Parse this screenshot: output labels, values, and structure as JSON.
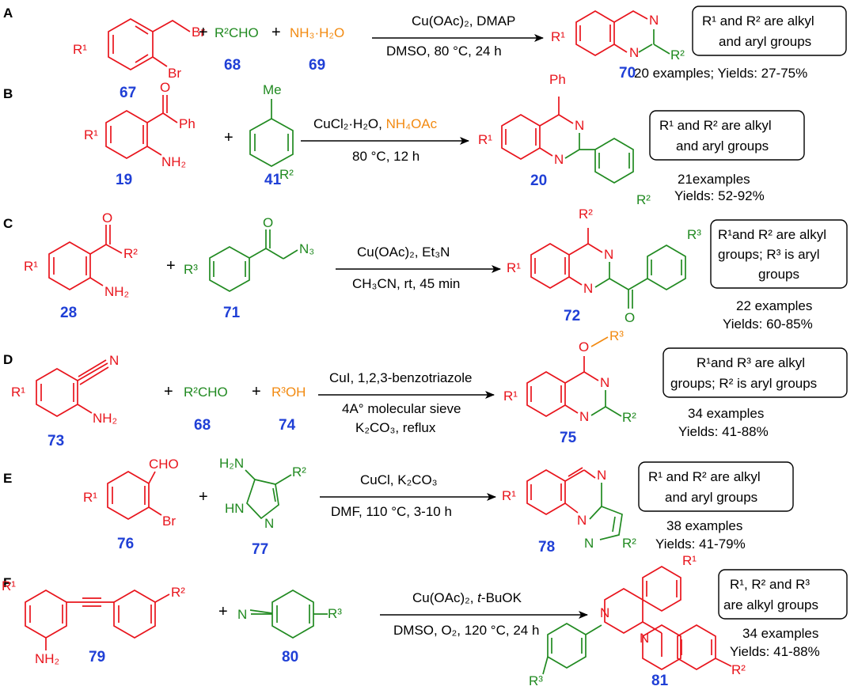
{
  "colors": {
    "reactant": "#e8141c",
    "partner": "#218a21",
    "reagent": "#f28a11",
    "compound_id": "#1f3fd6"
  },
  "panels": [
    {
      "label": "A",
      "compounds": [
        "67",
        "68",
        "69",
        "70"
      ],
      "reagents": [
        "R²CHO",
        "NH₃·H₂O"
      ],
      "cond_top": "Cu(OAc)₂, DMAP",
      "cond_bottom": "DMSO, 80 °C, 24 h",
      "box": [
        "R¹ and R² are alkyl",
        "and aryl groups"
      ],
      "result": "20 examples; Yields: 27-75%"
    },
    {
      "label": "B",
      "compounds": [
        "19",
        "41",
        "20"
      ],
      "cond_top_a": "CuCl₂·H₂O, ",
      "cond_top_b": "NH₄OAc",
      "cond_bottom": "80 °C, 12 h",
      "box": [
        "R¹ and R² are alkyl",
        "and aryl groups"
      ],
      "result": [
        "21examples",
        "Yields: 52-92%"
      ]
    },
    {
      "label": "C",
      "compounds": [
        "28",
        "71",
        "72"
      ],
      "cond_top": "Cu(OAc)₂, Et₃N",
      "cond_bottom": "CH₃CN, rt, 45 min",
      "box": [
        "R¹and R² are alkyl",
        "groups; R³ is aryl",
        "groups"
      ],
      "result": [
        "22 examples",
        "Yields: 60-85%"
      ]
    },
    {
      "label": "D",
      "compounds": [
        "73",
        "68",
        "74",
        "75"
      ],
      "reagents": [
        "R²CHO",
        "R³OH"
      ],
      "cond_top": "CuI, 1,2,3-benzotriazole",
      "cond_mid": "4A° molecular sieve",
      "cond_bottom": "K₂CO₃, reflux",
      "box": [
        "R¹and R³ are alkyl",
        "groups; R² is aryl groups"
      ],
      "result": [
        "34 examples",
        "Yields: 41-88%"
      ]
    },
    {
      "label": "E",
      "compounds": [
        "76",
        "77",
        "78"
      ],
      "cond_top": "CuCl, K₂CO₃",
      "cond_bottom": "DMF, 110 °C, 3-10 h",
      "box": [
        "R¹ and R² are alkyl",
        "and aryl groups"
      ],
      "result": [
        "38 examples",
        "Yields: 41-79%"
      ]
    },
    {
      "label": "F",
      "compounds": [
        "79",
        "80",
        "81"
      ],
      "cond_top_a": "Cu(OAc)₂, ",
      "cond_top_b": "t",
      "cond_top_c": "-BuOK",
      "cond_bottom": "DMSO, O₂, 120 °C, 24 h",
      "box": [
        "R¹, R² and R³",
        "are alkyl groups"
      ],
      "result": [
        "34 examples",
        "Yields: 41-88%"
      ]
    }
  ],
  "atoms": {
    "Br": "Br",
    "N": "N",
    "O": "O",
    "Ph": "Ph",
    "Me": "Me",
    "NH2": "NH₂",
    "R1": "R¹",
    "R2": "R²",
    "R3": "R³",
    "N3": "N₃",
    "CHO": "CHO",
    "H2N": "H₂N",
    "HN": "HN",
    "plus": "+"
  }
}
